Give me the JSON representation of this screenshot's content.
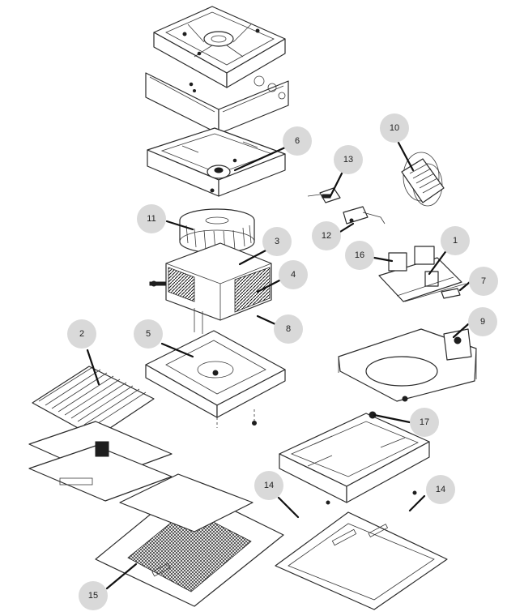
{
  "callouts": [
    {
      "id": "1",
      "label": "1"
    },
    {
      "id": "2",
      "label": "2"
    },
    {
      "id": "3",
      "label": "3"
    },
    {
      "id": "4",
      "label": "4"
    },
    {
      "id": "5",
      "label": "5"
    },
    {
      "id": "6",
      "label": "6"
    },
    {
      "id": "7",
      "label": "7"
    },
    {
      "id": "8",
      "label": "8"
    },
    {
      "id": "9",
      "label": "9"
    },
    {
      "id": "10",
      "label": "10"
    },
    {
      "id": "11",
      "label": "11"
    },
    {
      "id": "12",
      "label": "12"
    },
    {
      "id": "13",
      "label": "13"
    },
    {
      "id": "14a",
      "label": "14"
    },
    {
      "id": "14b",
      "label": "14"
    },
    {
      "id": "15",
      "label": "15"
    },
    {
      "id": "16",
      "label": "16"
    },
    {
      "id": "17",
      "label": "17"
    }
  ]
}
